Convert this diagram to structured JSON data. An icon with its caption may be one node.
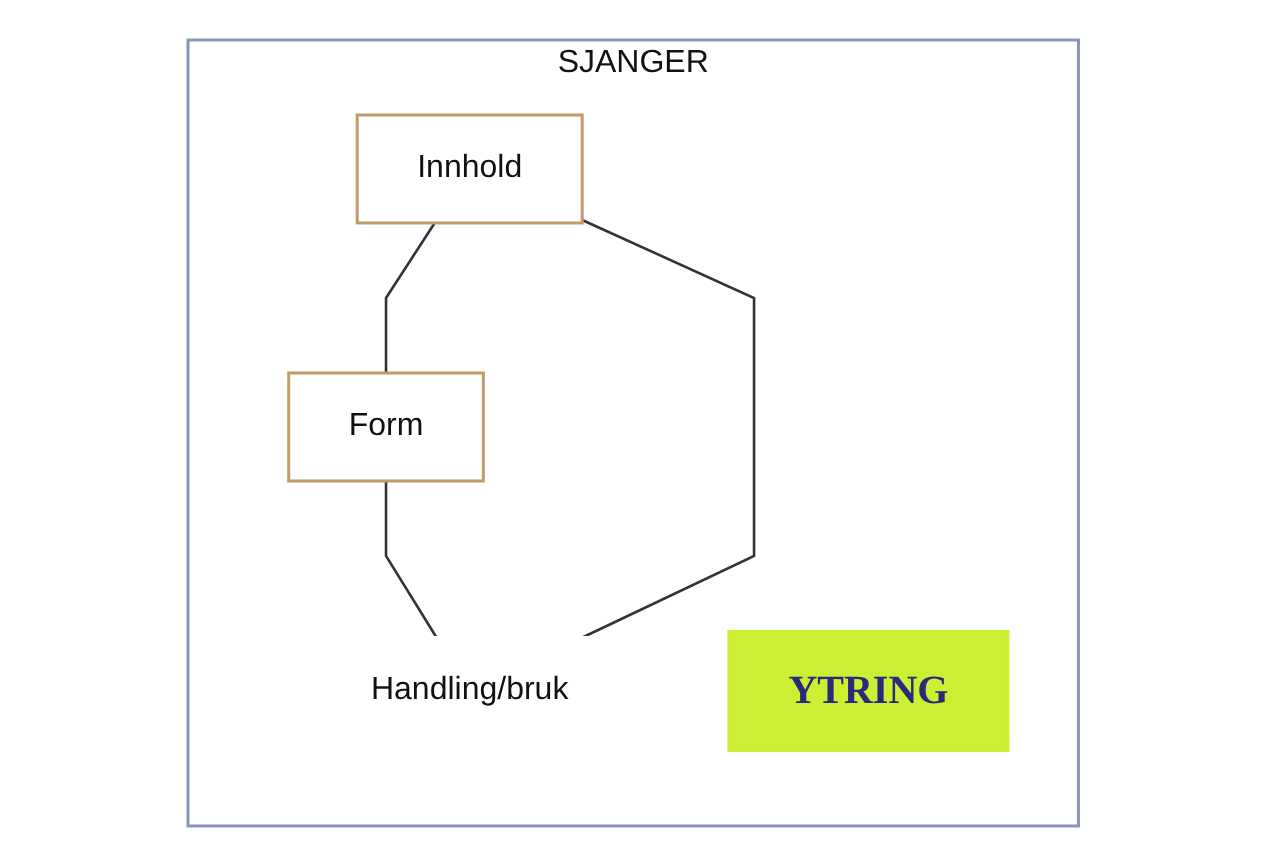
{
  "diagram": {
    "nodes": [
      {
        "text": [
          "SJANGER"
        ]
      },
      {
        "text": [
          "Innhold"
        ],
        "in": 0
      },
      {
        "text": [
          "YTRING"
        ],
        "in": 0
      },
      {
        "text": [
          "Form"
        ],
        "in": 0
      },
      {
        "text": [
          "Handling/bruk"
        ],
        "in": 0
      }
    ],
    "edges": [
      {
        "from": 1,
        "to": 3,
        "arrow": "none"
      },
      {
        "from": 3,
        "to": 4,
        "arrow": "none"
      },
      {
        "from": 4,
        "to": 1,
        "arrow": "none"
      }
    ]
  }
}
